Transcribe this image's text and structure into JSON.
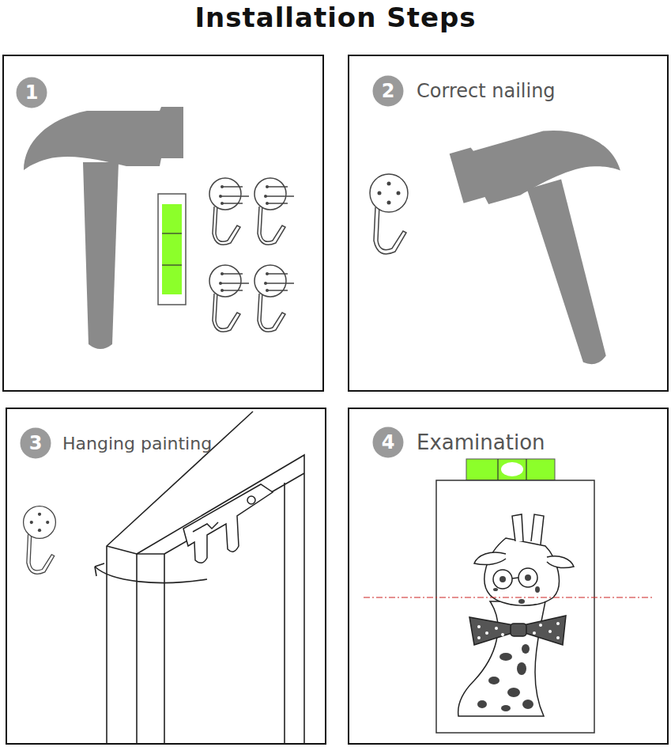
{
  "diagram": {
    "title": "Installation Steps",
    "nodes": [
      {
        "text": [
          "1"
        ]
      },
      {
        "text": [
          "2",
          "Correct nailing"
        ]
      },
      {
        "text": [
          "3",
          "Hanging painting"
        ]
      },
      {
        "text": [
          "4",
          "Examination"
        ]
      }
    ]
  }
}
